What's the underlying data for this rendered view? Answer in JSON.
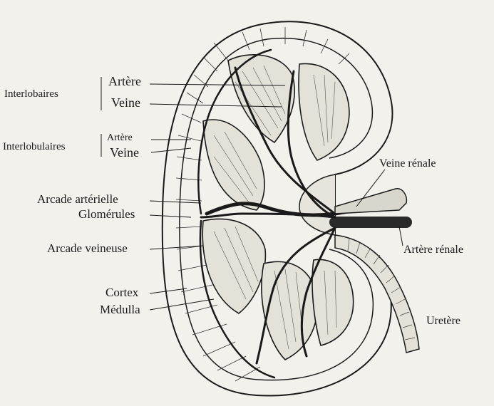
{
  "diagram": {
    "labels": {
      "interlobaires": "Interlobaires",
      "interlobaires_artere": "Artère",
      "interlobaires_veine": "Veine",
      "interlobulaires": "Interlobulaires",
      "interlobulaires_artere": "Artère",
      "interlobulaires_veine": "Veine",
      "arcade_arterielle": "Arcade artérielle",
      "glomerules": "Glomérules",
      "arcade_veineuse": "Arcade veineuse",
      "cortex": "Cortex",
      "medulla": "Médulla",
      "veine_renale": "Veine rénale",
      "artere_renale": "Artère rénale",
      "uretere": "Uretère"
    },
    "colors": {
      "ink": "#1a1a1a",
      "paper": "#f2f1ec",
      "artery": "#2a2a2a"
    }
  }
}
